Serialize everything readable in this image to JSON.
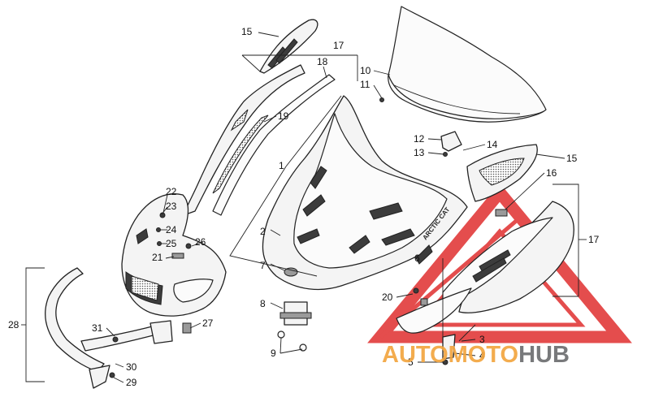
{
  "diagram": {
    "callouts": {
      "c1": "1",
      "c2": "2",
      "c3": "3",
      "c4": "4",
      "c5": "5",
      "c6": "6",
      "c7": "7",
      "c8": "8",
      "c9": "9",
      "c10": "10",
      "c11": "11",
      "c12": "12",
      "c13": "13",
      "c14": "14",
      "c15a": "15",
      "c15b": "15",
      "c16": "16",
      "c17a": "17",
      "c17b": "17",
      "c18": "18",
      "c19": "19",
      "c20": "20",
      "c21": "21",
      "c22": "22",
      "c23": "23",
      "c24": "24",
      "c25": "25",
      "c26": "26",
      "c27": "27",
      "c28": "28",
      "c29": "29",
      "c30": "30",
      "c31": "31"
    },
    "hood_brand": "ARCTIC CAT"
  },
  "watermark": {
    "part1": "AUTO",
    "part2": "MOTO",
    "part3": "HUB",
    "colors": {
      "orange": "#f2a540",
      "gray": "#6d6e70",
      "red": "#e23a3a"
    }
  }
}
